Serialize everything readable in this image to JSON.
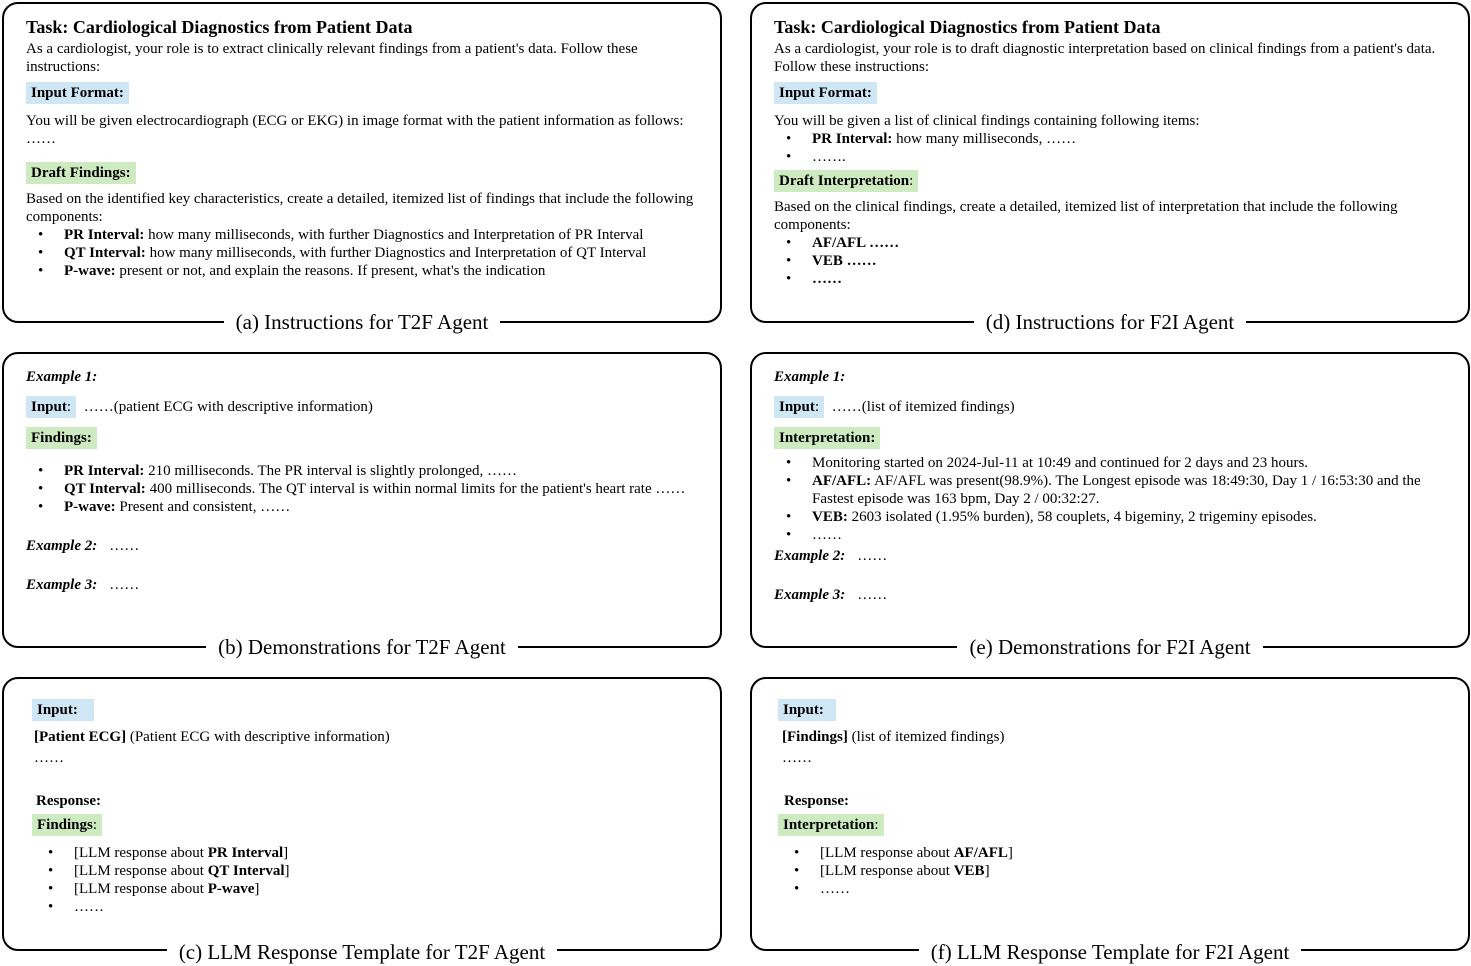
{
  "panel_a": {
    "title": "Task: Cardiological Diagnostics from Patient Data",
    "intro": "As a cardiologist, your role is to extract clinically relevant findings from a patient's data. Follow these instructions:",
    "input_format_label": "Input Format:",
    "input_format_text": "You will be given electrocardiograph (ECG or EKG) in image format with the patient information as follows: ……",
    "draft_label": "Draft Findings:",
    "draft_text": "Based on the identified key characteristics, create a detailed, itemized list of findings that include the following components:",
    "items": [
      {
        "bold": "PR Interval:",
        "text": " how many milliseconds, with further Diagnostics and Interpretation of PR Interval"
      },
      {
        "bold": "QT Interval:",
        "text": " how many milliseconds, with further Diagnostics and Interpretation of QT Interval"
      },
      {
        "bold": "P-wave:",
        "text": " present or not, and explain the reasons. If present, what's the indication"
      }
    ],
    "caption": "(a) Instructions for T2F Agent"
  },
  "panel_b": {
    "example1": "Example 1:",
    "input_label": "Input",
    "input_colon": ":",
    "input_text": "……(patient ECG with descriptive information)",
    "findings_label": "Findings:",
    "items": [
      {
        "bold": "PR Interval:",
        "text": " 210 milliseconds. The PR interval is slightly prolonged, ……"
      },
      {
        "bold": "QT Interval:",
        "text": " 400 milliseconds. The QT interval is within normal limits for the patient's heart rate ……"
      },
      {
        "bold": "P-wave:",
        "text": " Present and consistent, ……"
      }
    ],
    "example2": "Example 2:",
    "example2_text": "……",
    "example3": "Example 3:",
    "example3_text": "……",
    "caption": "(b) Demonstrations for T2F Agent"
  },
  "panel_c": {
    "input_label": "Input:",
    "patient_bold": "[Patient ECG]",
    "patient_text": " (Patient ECG with descriptive information)",
    "ellipsis": "……",
    "response_label": "Response:",
    "findings_label": "Findings",
    "findings_colon": ":",
    "items": [
      {
        "pre": "[LLM response about ",
        "bold": "PR Interval",
        "post": "]"
      },
      {
        "pre": "[LLM response about ",
        "bold": "QT Interval",
        "post": "]"
      },
      {
        "pre": "[LLM response about ",
        "bold": "P-wave",
        "post": "]"
      },
      {
        "pre": "……",
        "bold": "",
        "post": ""
      }
    ],
    "caption": "(c) LLM Response Template for T2F Agent"
  },
  "panel_d": {
    "title": "Task: Cardiological Diagnostics from Patient Data",
    "intro": "As a cardiologist, your role is to draft diagnostic interpretation based on clinical findings from a patient's data. Follow these instructions:",
    "input_format_label": "Input Format:",
    "input_format_text": "You will be given a list of clinical findings containing following items:",
    "input_items": [
      {
        "bold": "PR Interval:",
        "text": " how many milliseconds, ……"
      },
      {
        "bold": "",
        "text": "……."
      }
    ],
    "draft_label": "Draft Interpretation",
    "draft_colon": ":",
    "draft_text": "Based on the clinical findings, create a detailed, itemized list of interpretation that include the following components:",
    "items": [
      {
        "bold": "AF/AFL ……",
        "text": ""
      },
      {
        "bold": "VEB ……",
        "text": ""
      },
      {
        "bold": "……",
        "text": ""
      }
    ],
    "caption": "(d) Instructions for F2I Agent"
  },
  "panel_e": {
    "example1": "Example 1:",
    "input_label": "Input",
    "input_colon": ":",
    "input_text": "……(list of itemized findings)",
    "interp_label": "Interpretation:",
    "items": [
      {
        "bold": "",
        "text": "Monitoring started on 2024-Jul-11 at 10:49 and continued for 2 days and 23 hours."
      },
      {
        "bold": "AF/AFL:",
        "text": " AF/AFL was present(98.9%). The Longest episode was 18:49:30, Day 1 / 16:53:30 and the Fastest episode was 163 bpm, Day 2 / 00:32:27."
      },
      {
        "bold": "VEB:",
        "text": " 2603 isolated (1.95% burden), 58 couplets, 4 bigeminy, 2 trigeminy episodes."
      },
      {
        "bold": "",
        "text": "……"
      }
    ],
    "example2": "Example 2:",
    "example2_text": "……",
    "example3": "Example 3:",
    "example3_text": "……",
    "caption": "(e) Demonstrations for F2I Agent"
  },
  "panel_f": {
    "input_label": "Input:",
    "findings_bold": "[Findings]",
    "findings_text": " (list of itemized findings)",
    "ellipsis": "……",
    "response_label": "Response:",
    "interp_label": "Interpretation",
    "interp_colon": ":",
    "items": [
      {
        "pre": "[LLM response about ",
        "bold": "AF/AFL",
        "post": "]"
      },
      {
        "pre": "[LLM response about ",
        "bold": "VEB",
        "post": "]"
      },
      {
        "pre": "……",
        "bold": "",
        "post": ""
      }
    ],
    "caption": "(f) LLM Response Template for F2I Agent"
  },
  "colors": {
    "input_tag": "#cfe6f5",
    "output_tag": "#cdeac0"
  }
}
